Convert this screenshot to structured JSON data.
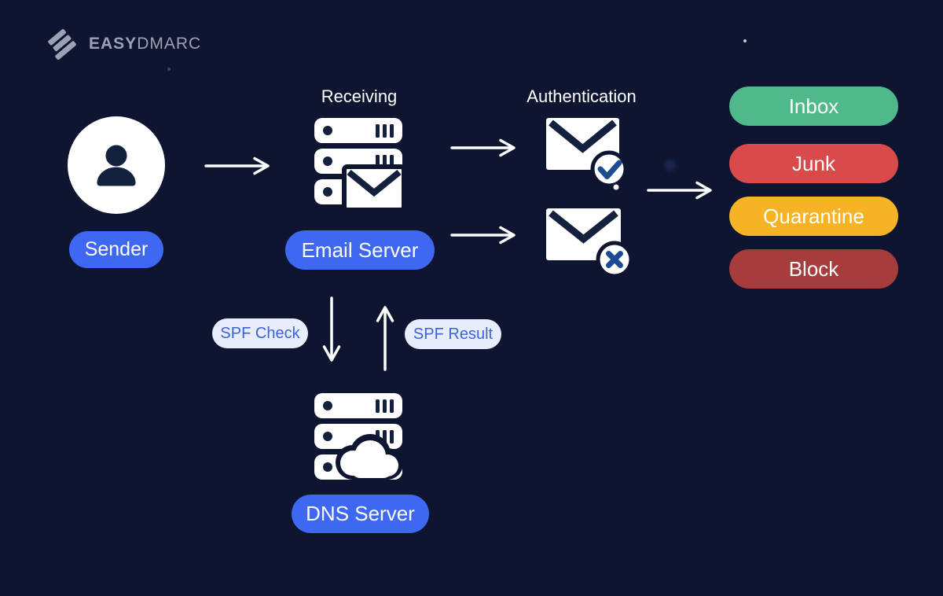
{
  "brand": {
    "name_bold": "EASY",
    "name_light": "DMARC"
  },
  "flow": {
    "sender": {
      "label": "Sender"
    },
    "email_server": {
      "caption": "Receiving",
      "label": "Email Server"
    },
    "authentication": {
      "caption": "Authentication"
    },
    "dns_server": {
      "label": "DNS Server"
    },
    "spf_check": {
      "label": "SPF Check"
    },
    "spf_result": {
      "label": "SPF Result"
    }
  },
  "outcomes": [
    {
      "label": "Inbox",
      "color": "#50B98C"
    },
    {
      "label": "Junk",
      "color": "#D94B4B"
    },
    {
      "label": "Quarantine",
      "color": "#F6B326"
    },
    {
      "label": "Block",
      "color": "#A63C3C"
    }
  ],
  "colors": {
    "background": "#0D1530",
    "accent_blue": "#3E68F2",
    "icon_navy": "#13203E",
    "badge_blue": "#1B4C93",
    "spf_pill_bg": "#E8EDFB",
    "spf_pill_text": "#3D62DE",
    "logo_gray": "#9AA2B4"
  }
}
